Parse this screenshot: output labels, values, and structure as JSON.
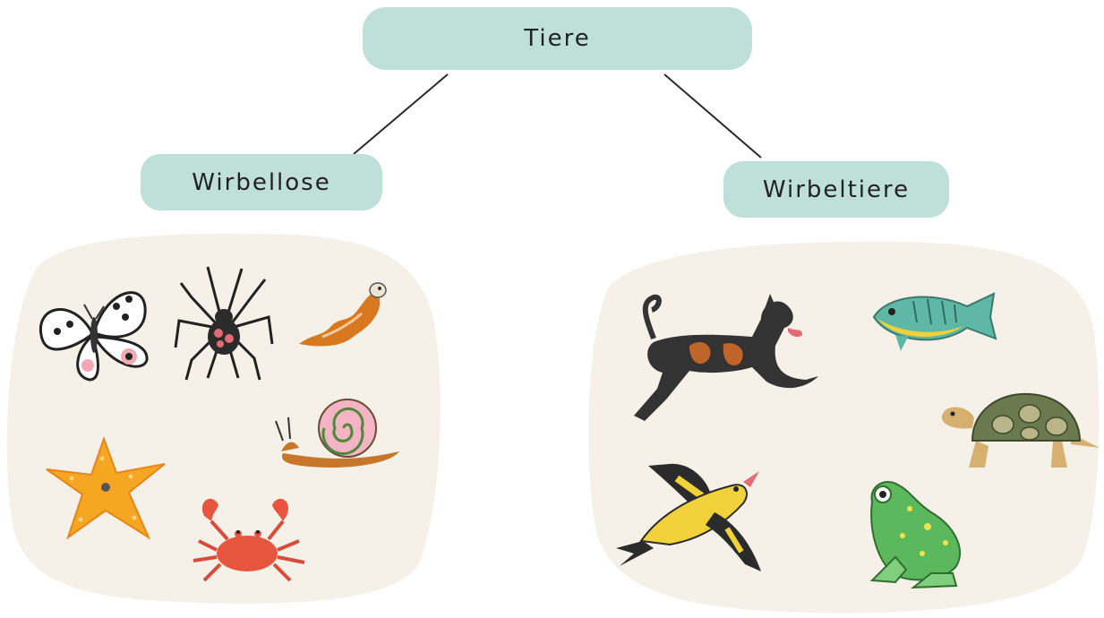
{
  "colors": {
    "box": "#bfe0d8",
    "blob": "#f5f1e8",
    "line": "#2a2a2a"
  },
  "tree": {
    "root": {
      "label": "Tiere"
    },
    "left": {
      "label": "Wirbellose",
      "animals": [
        "butterfly-icon",
        "spider-icon",
        "caterpillar-icon",
        "snail-icon",
        "starfish-icon",
        "crab-icon"
      ]
    },
    "right": {
      "label": "Wirbeltiere",
      "animals": [
        "dog-icon",
        "fish-icon",
        "turtle-icon",
        "bird-icon",
        "frog-icon"
      ]
    }
  }
}
